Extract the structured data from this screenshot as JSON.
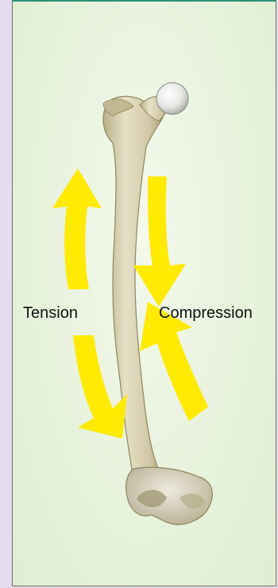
{
  "labels": {
    "tension": "Tension",
    "compression": "Compression"
  },
  "colors": {
    "background": "#e6dcef",
    "panel": "#e9f3df",
    "arrow": "#ffea00",
    "bone": "#d8d1b4",
    "accent_rule": "#2d8f78"
  },
  "icons": {
    "bone": "femur-bone",
    "arrows": "curved-arrow"
  }
}
